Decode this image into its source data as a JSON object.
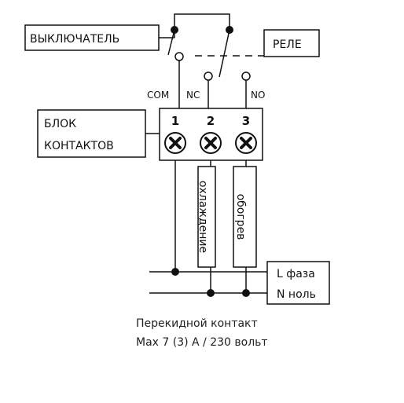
{
  "labels": {
    "switch": "ВЫКЛЮЧАТЕЛЬ",
    "relay": "РЕЛЕ",
    "contact_block_line1": "БЛОК",
    "contact_block_line2": "КОНТАКТОВ",
    "com": "COM",
    "nc": "NC",
    "no": "NO",
    "terminal_1": "1",
    "terminal_2": "2",
    "terminal_3": "3",
    "cooling": "охлаждение",
    "heating": "обогрев",
    "phase": "L фаза",
    "neutral": "N ноль",
    "caption_line1": "Перекидной контакт",
    "caption_line2": "Max 7 (3) A / 230 вольт"
  },
  "icons": {
    "terminal_screw": "screw-x-icon"
  },
  "colors": {
    "line": "#111111",
    "background": "#ffffff"
  }
}
